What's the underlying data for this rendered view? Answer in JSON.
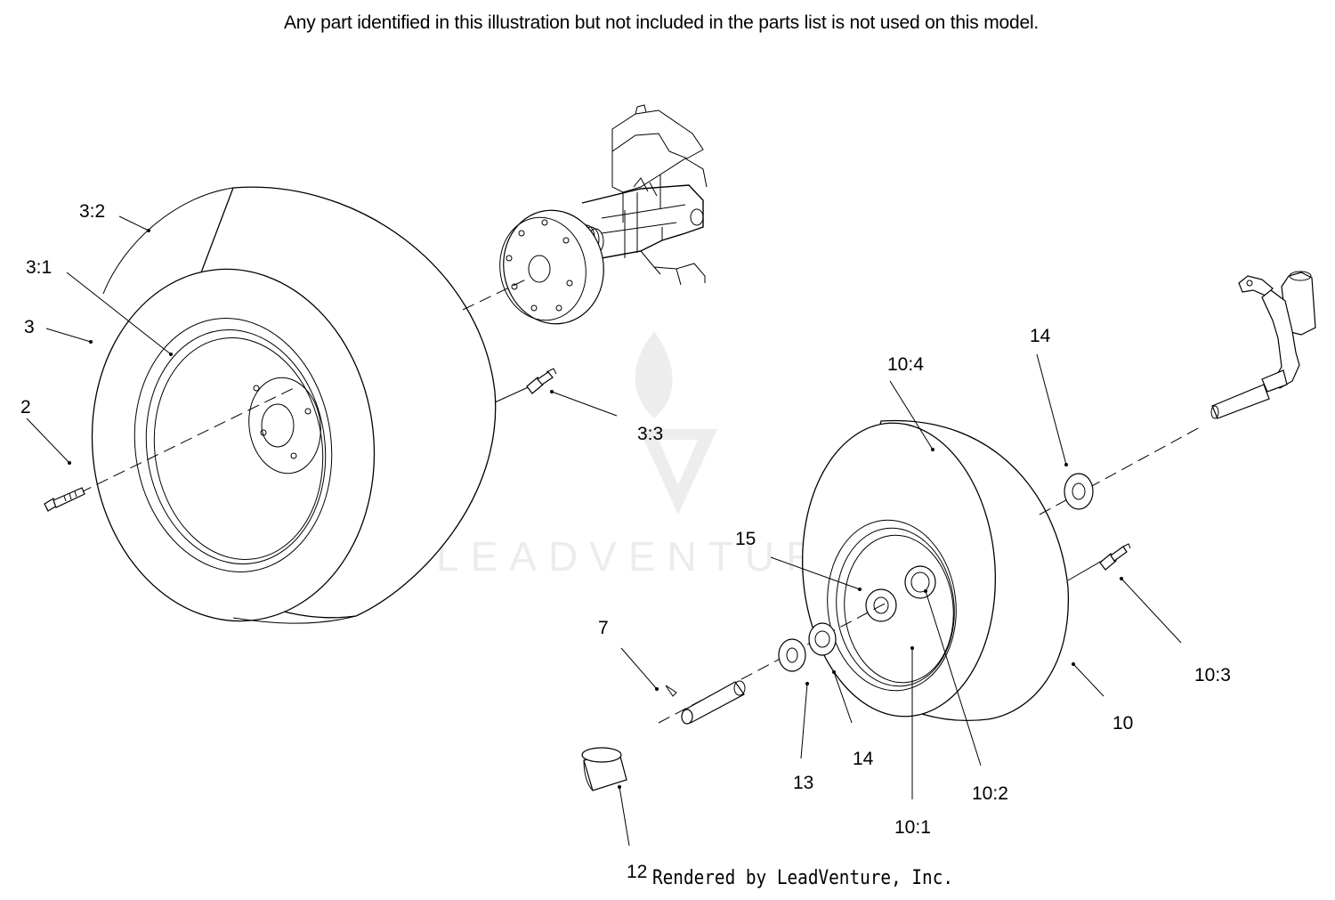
{
  "header_note": "Any part identified in this illustration but not included in the parts list is not used on this model.",
  "footer_credit": "Rendered by LeadVenture, Inc.",
  "watermark": {
    "word": "LEADVENTURE",
    "icon": "flame-v-logo-icon"
  },
  "callouts": {
    "c_3_2": "3:2",
    "c_3_1": "3:1",
    "c_3": "3",
    "c_2": "2",
    "c_3_3": "3:3",
    "c_14_top": "14",
    "c_10_4": "10:4",
    "c_15": "15",
    "c_7": "7",
    "c_13": "13",
    "c_14_bottom": "14",
    "c_10_1": "10:1",
    "c_10_2": "10:2",
    "c_10": "10",
    "c_10_3": "10:3",
    "c_12": "12"
  }
}
